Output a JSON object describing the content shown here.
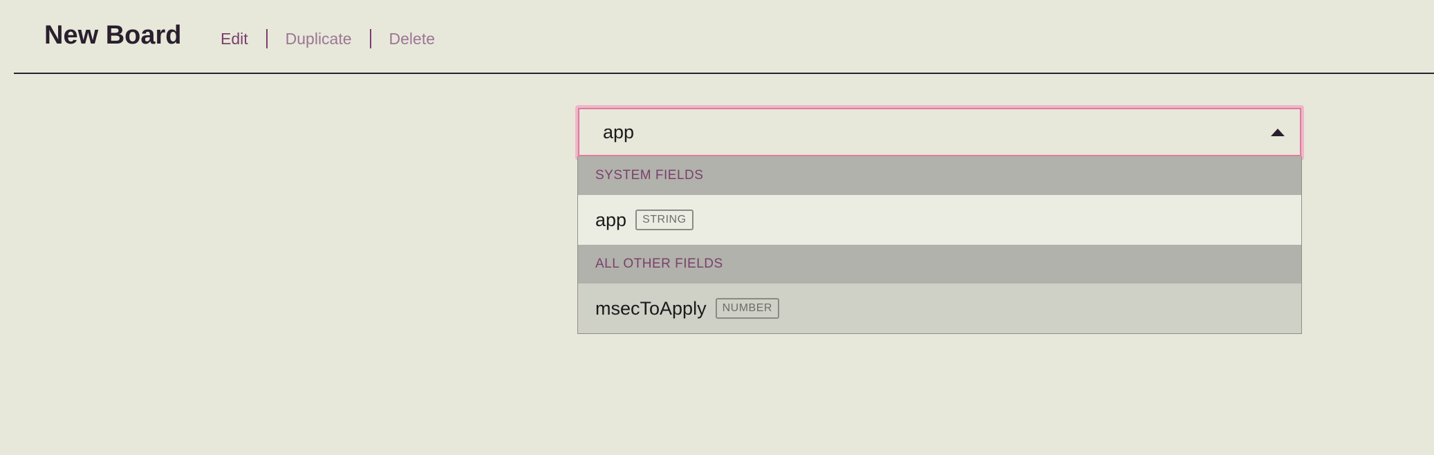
{
  "header": {
    "title": "New Board",
    "actions": {
      "edit": "Edit",
      "duplicate": "Duplicate",
      "delete": "Delete"
    }
  },
  "field_select": {
    "value": "app",
    "groups": [
      {
        "label": "SYSTEM FIELDS",
        "options": [
          {
            "name": "app",
            "type": "STRING"
          }
        ]
      },
      {
        "label": "ALL OTHER FIELDS",
        "options": [
          {
            "name": "msecToApply",
            "type": "NUMBER"
          }
        ]
      }
    ]
  },
  "colors": {
    "background": "#e7e8da",
    "accent": "#7a3f6c",
    "focus_border": "#e07a9e",
    "group_header_bg": "#b1b2ab"
  },
  "icons": {
    "caret": "caret-up-icon"
  }
}
